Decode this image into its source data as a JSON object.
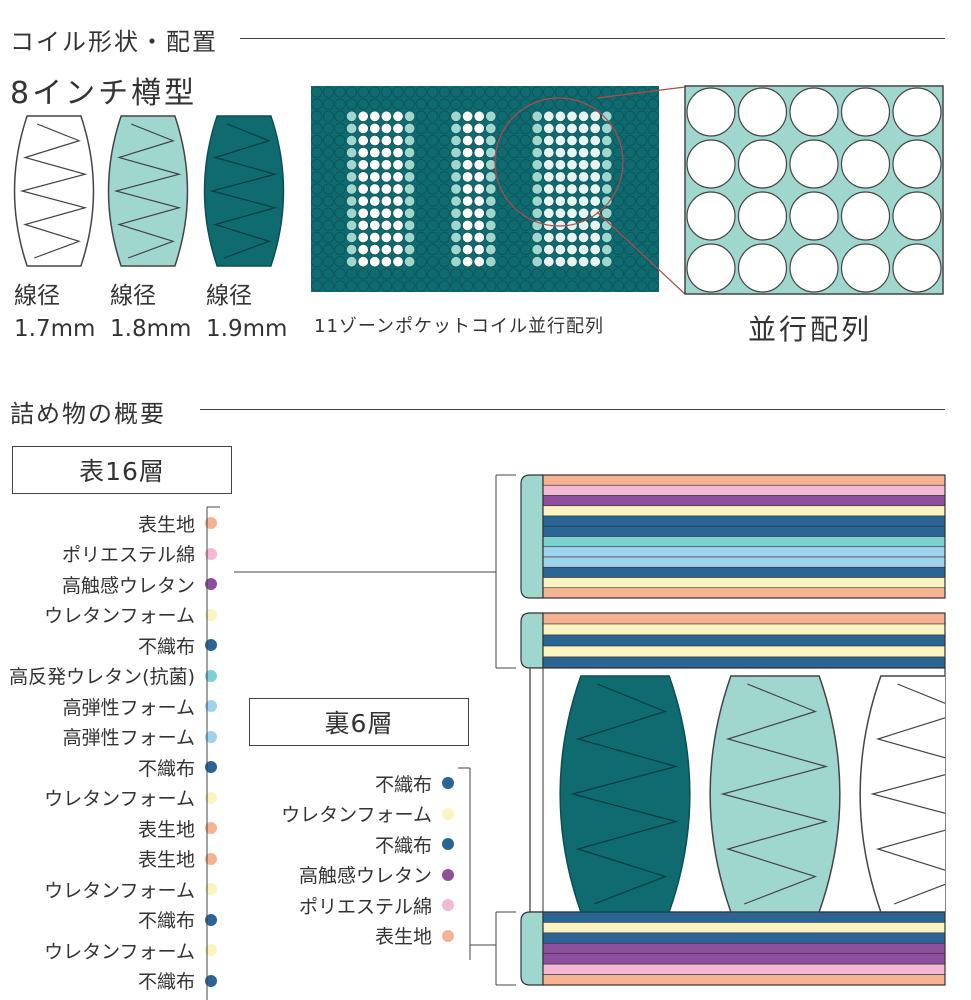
{
  "colors": {
    "teal_dark": "#0f6b70",
    "teal_light": "#9fd7cf",
    "teal_mid": "#7cc9be",
    "peach": "#f5b393",
    "pink": "#f3b8d3",
    "purple": "#8e4f9e",
    "cream": "#fbf4c0",
    "navy": "#2a6596",
    "sky": "#9fd2ec",
    "cyan": "#7dd1d3",
    "line": "#444444"
  },
  "section1": {
    "title": "コイル形状・配置"
  },
  "coil_shape": {
    "title": "8インチ樽型",
    "coils": [
      {
        "label": "線径",
        "size": "1.7mm",
        "fill": "#ffffff"
      },
      {
        "label": "線径",
        "size": "1.8mm",
        "fill": "#9fd7cf"
      },
      {
        "label": "線径",
        "size": "1.9mm",
        "fill": "#0f6b70"
      }
    ]
  },
  "zone": {
    "caption": "11ゾーンポケットコイル並行配列"
  },
  "parallel": {
    "caption": "並行配列"
  },
  "section2": {
    "title": "詰め物の概要"
  },
  "top": {
    "title": "表16層",
    "items": [
      {
        "label": "表生地",
        "color": "#f5b393"
      },
      {
        "label": "ポリエステル綿",
        "color": "#f3b8d3"
      },
      {
        "label": "高触感ウレタン",
        "color": "#8e4f9e"
      },
      {
        "label": "ウレタンフォーム",
        "color": "#fbf4c0"
      },
      {
        "label": "不織布",
        "color": "#2a6596"
      },
      {
        "label": "高反発ウレタン(抗菌)",
        "color": "#7dd1d3"
      },
      {
        "label": "高弾性フォーム",
        "color": "#9fd2ec"
      },
      {
        "label": "高弾性フォーム",
        "color": "#9fd2ec"
      },
      {
        "label": "不織布",
        "color": "#2a6596"
      },
      {
        "label": "ウレタンフォーム",
        "color": "#fbf4c0"
      },
      {
        "label": "表生地",
        "color": "#f5b393"
      },
      {
        "label": "表生地",
        "color": "#f5b393"
      },
      {
        "label": "ウレタンフォーム",
        "color": "#fbf4c0"
      },
      {
        "label": "不織布",
        "color": "#2a6596"
      },
      {
        "label": "ウレタンフォーム",
        "color": "#fbf4c0"
      },
      {
        "label": "不織布",
        "color": "#2a6596"
      }
    ]
  },
  "bottom": {
    "title": "裏6層",
    "items": [
      {
        "label": "不織布",
        "color": "#2a6596"
      },
      {
        "label": "ウレタンフォーム",
        "color": "#fbf4c0"
      },
      {
        "label": "不織布",
        "color": "#2a6596"
      },
      {
        "label": "高触感ウレタン",
        "color": "#8e4f9e"
      },
      {
        "label": "ポリエステル綿",
        "color": "#f3b8d3"
      },
      {
        "label": "表生地",
        "color": "#f5b393"
      }
    ]
  }
}
